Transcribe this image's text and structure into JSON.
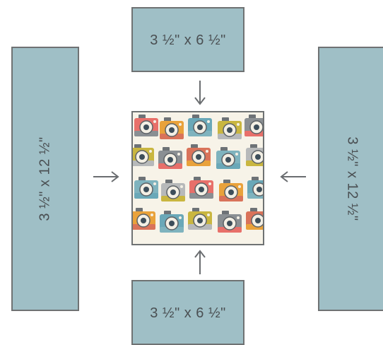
{
  "pieces": {
    "top": "3 ½\" x 6 ½\"",
    "bottom": "3 ½\" x 6 ½\"",
    "left": "3 ½\" x 12 ½\"",
    "right": "3 ½\" x 12 ½\""
  },
  "colors": {
    "strip_fill": "#9fbfc6",
    "strip_border": "#6f7273",
    "label_text": "#4a4f52",
    "arrow": "#6a6d70",
    "fabric_background": "#f7f3e8"
  },
  "center": {
    "icon": "camera-print-fabric"
  },
  "arrows": [
    "arrow-down-icon",
    "arrow-up-icon",
    "arrow-right-icon",
    "arrow-left-icon"
  ]
}
